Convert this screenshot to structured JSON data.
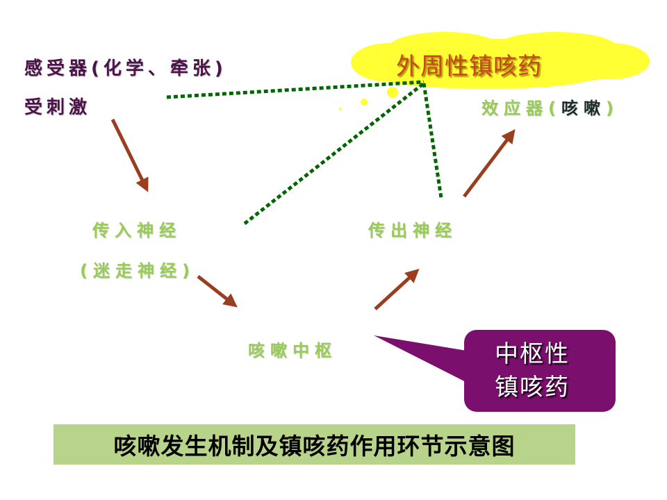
{
  "receptor": {
    "line1": "感受器(化学、牵张)",
    "line2": "受刺激"
  },
  "peripheral_drug": "外周性镇咳药",
  "effector": {
    "prefix": "效应器(",
    "middle": "咳嗽",
    "suffix": ")"
  },
  "afferent": {
    "line1": "传入神经",
    "line2": "(迷走神经)"
  },
  "efferent": "传出神经",
  "center": "咳嗽中枢",
  "central_drug": {
    "line1": "中枢性",
    "line2": "镇咳药"
  },
  "caption": "咳嗽发生机制及镇咳药作用环节示意图",
  "colors": {
    "arrow": "#993f1f",
    "dotted": "#006600",
    "cloud": "#ffff33",
    "callout": "#7a0f6e",
    "caption_bg": "#b8d48a"
  }
}
